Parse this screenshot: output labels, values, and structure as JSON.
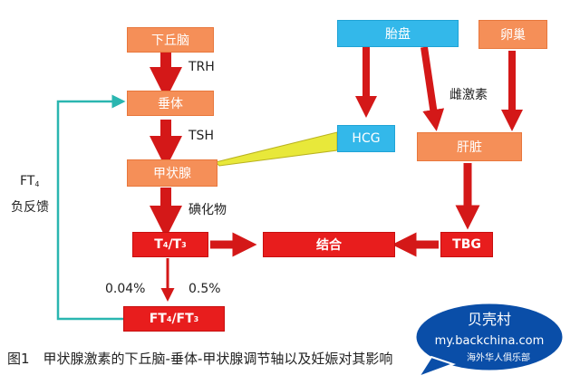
{
  "nodes": {
    "hypothalamus": "下丘脑",
    "pituitary": "垂体",
    "thyroid": "甲状腺",
    "placenta": "胎盘",
    "ovary": "卵巢",
    "hcg": "HCG",
    "liver": "肝脏",
    "tbg": "TBG",
    "binding": "结合",
    "t4": "T",
    "t4_sub": "4",
    "t3": "/T",
    "t3_sub": "3",
    "ft4": "FT",
    "ft4_sub": "4",
    "ft3": "/FT",
    "ft3_sub": "3"
  },
  "labels": {
    "trh": "TRH",
    "tsh": "TSH",
    "iodide": "碘化物",
    "estrogen": "雌激素",
    "pct_left": "0.04%",
    "pct_right": "0.5%",
    "feedback_ft": "FT",
    "feedback_sub": "4",
    "feedback_text": "负反馈"
  },
  "caption": "图1　甲状腺激素的下丘脑-垂体-甲状腺调节轴以及妊娠对其影响",
  "watermark": {
    "title": "贝壳村",
    "url": "my.backchina.com",
    "slogan": "海外华人俱乐部"
  },
  "colors": {
    "orange": "#f58f58",
    "red": "#e81d1d",
    "blue": "#33b8ea",
    "arrow_red": "#d41818",
    "feedback": "#2ab6b0",
    "hcg_line": "#e8e83a"
  }
}
